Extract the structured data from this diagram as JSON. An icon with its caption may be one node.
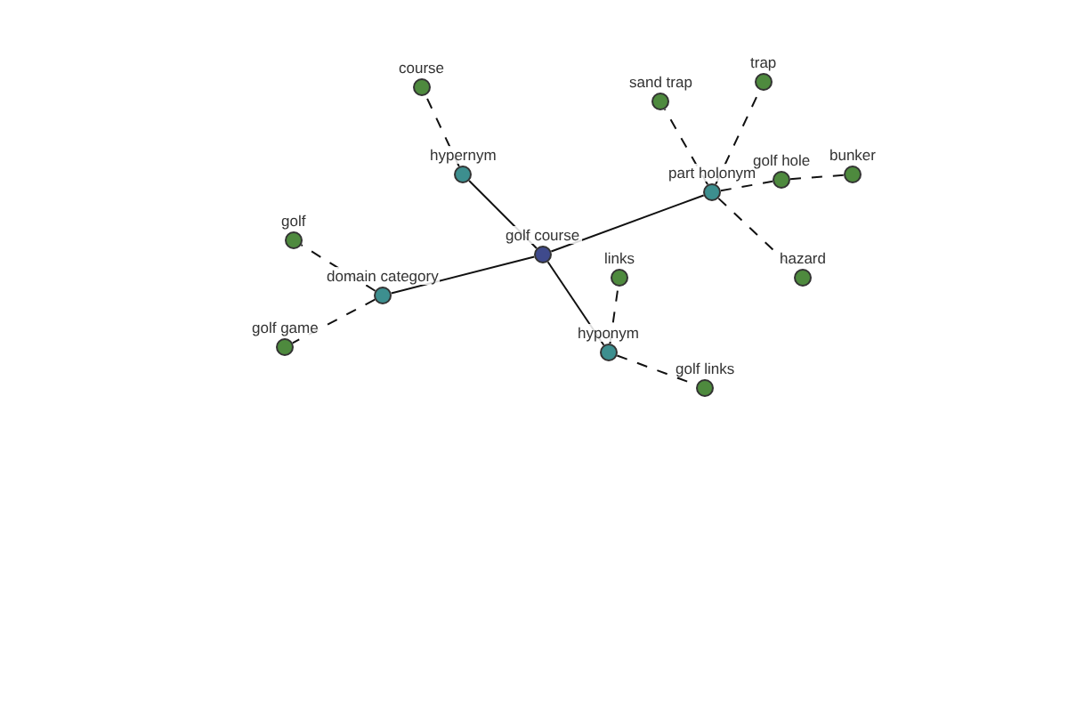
{
  "diagram": {
    "nodes": [
      {
        "text": [
          "golf course"
        ]
      },
      {
        "text": [
          "hypernym"
        ]
      },
      {
        "text": [
          "course"
        ]
      },
      {
        "text": [
          "domain category"
        ]
      },
      {
        "text": [
          "golf"
        ]
      },
      {
        "text": [
          "golf game"
        ]
      },
      {
        "text": [
          "hyponym"
        ]
      },
      {
        "text": [
          "links"
        ]
      },
      {
        "text": [
          "golf links"
        ]
      },
      {
        "text": [
          "part holonym"
        ]
      },
      {
        "text": [
          "sand trap"
        ]
      },
      {
        "text": [
          "trap"
        ]
      },
      {
        "text": [
          "golf hole"
        ]
      },
      {
        "text": [
          "bunker"
        ]
      },
      {
        "text": [
          "hazard"
        ]
      }
    ],
    "edges": [
      {
        "from": 0,
        "to": 1,
        "arrow": "none"
      },
      {
        "from": 0,
        "to": 3,
        "arrow": "none"
      },
      {
        "from": 0,
        "to": 6,
        "arrow": "none"
      },
      {
        "from": 0,
        "to": 9,
        "arrow": "none"
      },
      {
        "from": 1,
        "to": 2,
        "arrow": "none",
        "style": "dashed"
      },
      {
        "from": 3,
        "to": 4,
        "arrow": "none",
        "style": "dashed"
      },
      {
        "from": 3,
        "to": 5,
        "arrow": "none",
        "style": "dashed"
      },
      {
        "from": 6,
        "to": 7,
        "arrow": "none",
        "style": "dashed"
      },
      {
        "from": 6,
        "to": 8,
        "arrow": "none",
        "style": "dashed"
      },
      {
        "from": 9,
        "to": 10,
        "arrow": "none",
        "style": "dashed"
      },
      {
        "from": 9,
        "to": 11,
        "arrow": "none",
        "style": "dashed"
      },
      {
        "from": 9,
        "to": 12,
        "arrow": "none",
        "style": "dashed"
      },
      {
        "from": 9,
        "to": 14,
        "arrow": "none",
        "style": "dashed"
      },
      {
        "from": 12,
        "to": 13,
        "arrow": "none",
        "style": "dashed"
      }
    ]
  }
}
